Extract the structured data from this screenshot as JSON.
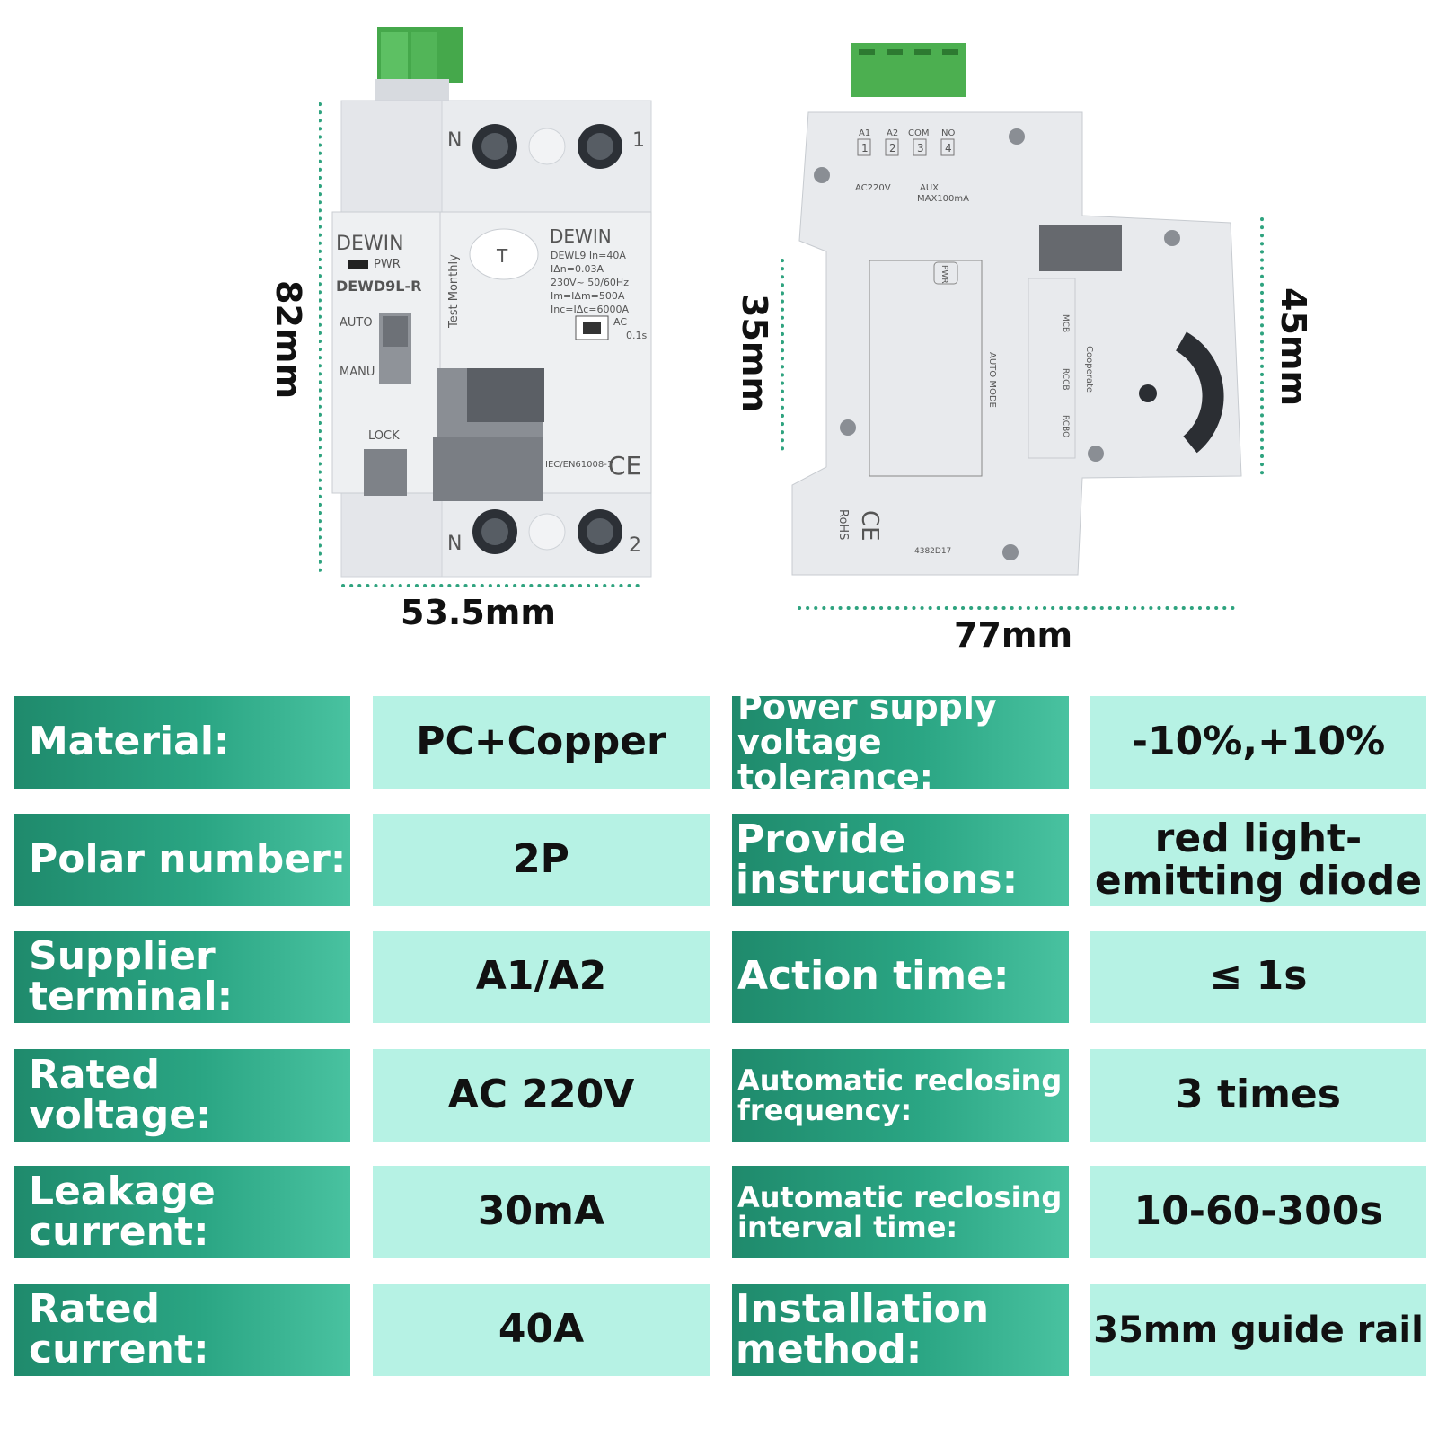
{
  "dimensions": {
    "front_height": "82mm",
    "front_width": "53.5mm",
    "side_height_left": "35mm",
    "side_height_right": "45mm",
    "side_width": "77mm"
  },
  "front_device": {
    "brand_left": "DEWIN",
    "pwr": "PWR",
    "model_left": "DEWD9L-R",
    "auto": "AUTO",
    "manu": "MANU",
    "lock": "LOCK",
    "test_monthly": "Test Monthly",
    "test_button": "T",
    "brand_right": "DEWIN",
    "spec_line1": "DEWL9  In=40A",
    "spec_line2": "IΔn=0.03A",
    "spec_line3": "230V~ 50/60Hz",
    "spec_line4": "Im=IΔm=500A",
    "spec_line5": "Inc=IΔc=6000A",
    "ac": "AC",
    "time": "0.1s",
    "standard": "IEC/EN61008-1",
    "ce": "CE",
    "terminal_n_top": "N",
    "terminal_1": "1",
    "terminal_n_bottom": "N",
    "terminal_2": "2"
  },
  "side_device": {
    "terms": [
      "A1",
      "A2",
      "COM",
      "NO"
    ],
    "term_nums": [
      "1",
      "2",
      "3",
      "4"
    ],
    "ac220v": "AC220V",
    "aux": "AUX",
    "aux_max": "MAX100mA",
    "pwr": "PWR",
    "auto_mode": "AUTO MODE",
    "cooperate": "Cooperate",
    "mcb": "MCB",
    "rccb": "RCCB",
    "rcbo": "RCBO",
    "rohs": "RoHS",
    "ce": "CE",
    "serial": "4382D17"
  },
  "specs": [
    {
      "label": "Material:",
      "value": "PC+Copper"
    },
    {
      "label": "Power supply voltage tolerance:",
      "value": "-10%,+10%"
    },
    {
      "label": "Polar number:",
      "value": "2P"
    },
    {
      "label": "Provide instructions:",
      "value": "red light-emitting diode"
    },
    {
      "label": "Supplier terminal:",
      "value": "A1/A2"
    },
    {
      "label": "Action time:",
      "value": "≤ 1s"
    },
    {
      "label": "Rated voltage:",
      "value": "AC 220V"
    },
    {
      "label": "Automatic reclosing frequency:",
      "value": "3 times"
    },
    {
      "label": "Leakage current:",
      "value": "30mA"
    },
    {
      "label": "Automatic reclosing interval time:",
      "value": "10-60-300s"
    },
    {
      "label": "Rated current:",
      "value": "40A"
    },
    {
      "label": "Installation method:",
      "value": "35mm guide rail"
    }
  ],
  "colors": {
    "label_dark": "#1f8a6c",
    "label_light": "#49c2a0",
    "value_bg": "#b6f2e4",
    "dotted_line": "#2fa37f",
    "connector_green": "#4caf50"
  }
}
